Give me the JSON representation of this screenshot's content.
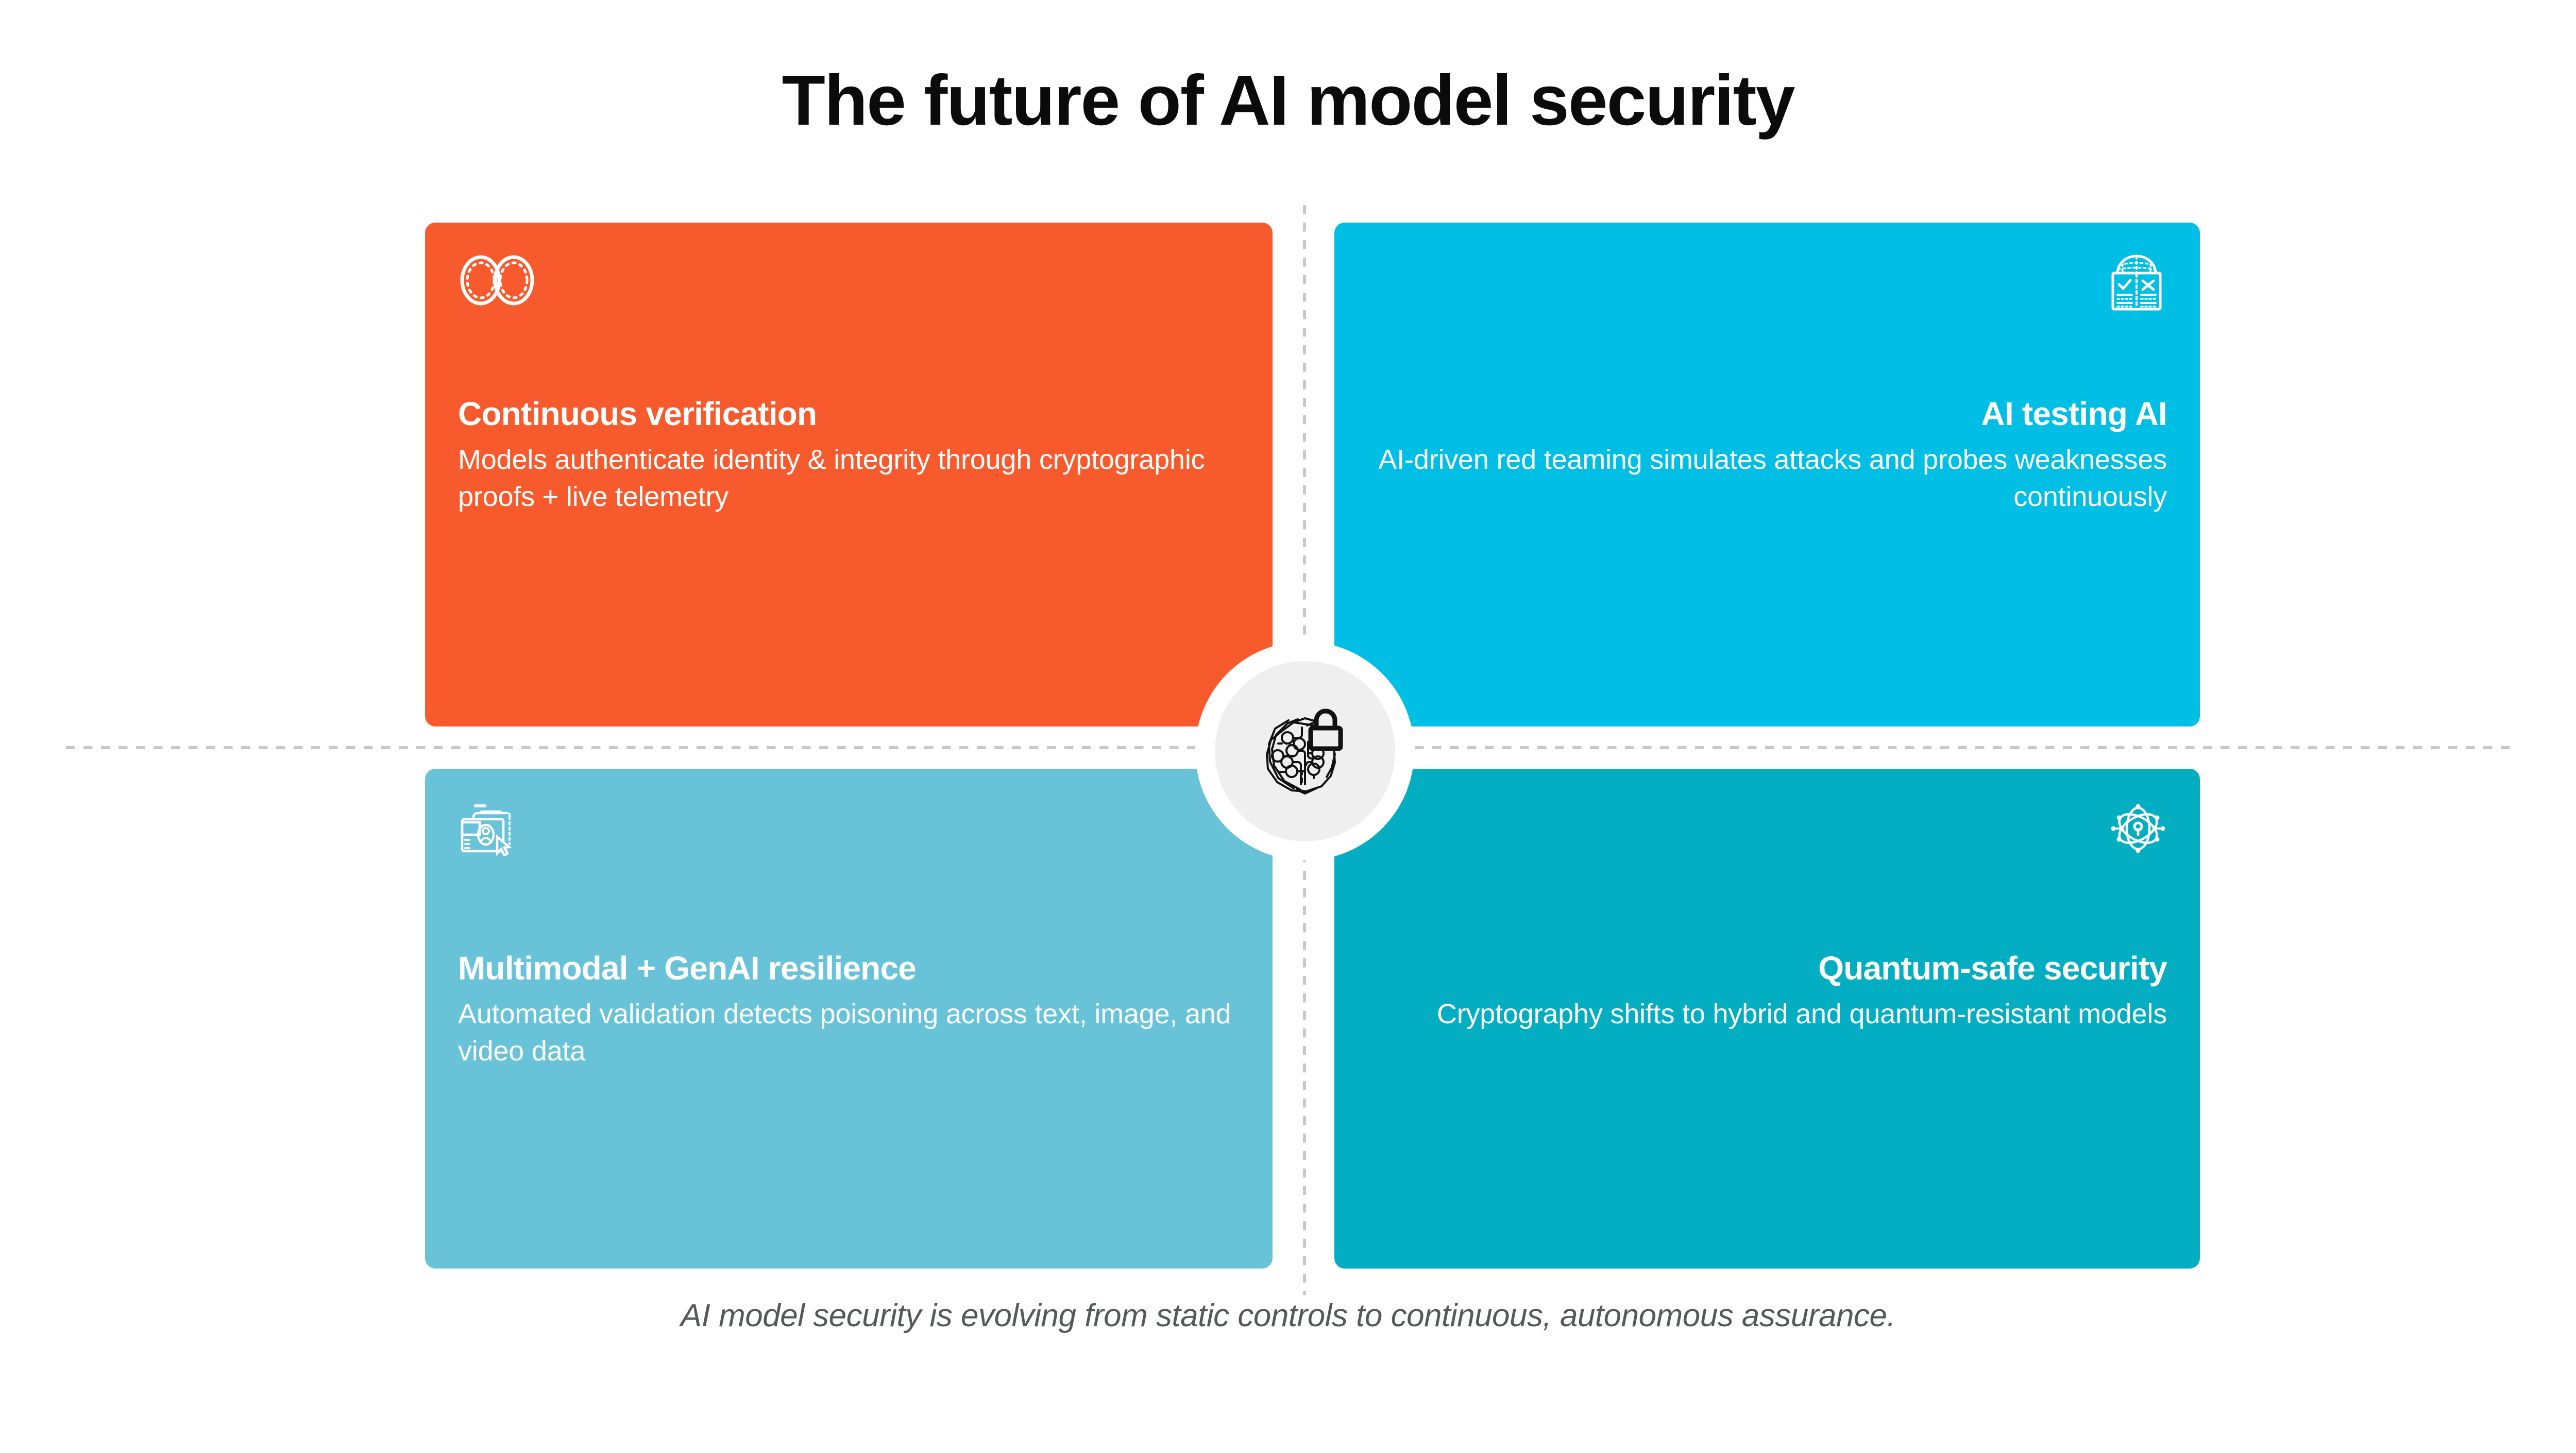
{
  "header": {
    "title": "The future of AI model security"
  },
  "theme": {
    "background": "#ffffff",
    "title_color": "#0b0b0b",
    "caption_color": "#56595b",
    "divider_color": "#c8c8c8",
    "badge_ring_color": "#ffffff",
    "badge_fill_color": "#efefef",
    "badge_icon_color": "#111111"
  },
  "quadrants": [
    {
      "id": "continuous-verification",
      "position": "top-left",
      "icon": "infinity-loop-icon",
      "heading": "Continuous verification",
      "body": "Models authenticate identity & integrity through cryptographic proofs + live telemetry",
      "color": "#F75A2C",
      "text_color": "#ffffff",
      "align": "left"
    },
    {
      "id": "ai-testing-ai",
      "position": "top-right",
      "icon": "test-report-checklist-icon",
      "heading": "AI testing AI",
      "body": "AI-driven red teaming simulates attacks and probes weaknesses continuously",
      "color": "#00BEE4",
      "text_color": "#ffffff",
      "align": "right"
    },
    {
      "id": "multimodal-resilience",
      "position": "bottom-left",
      "icon": "media-validation-cursor-icon",
      "heading": "Multimodal + GenAI resilience",
      "body": "Automated validation detects poisoning across text, image, and video data",
      "color": "#69C3D8",
      "text_color": "#ffffff",
      "align": "left"
    },
    {
      "id": "quantum-safe-security",
      "position": "bottom-right",
      "icon": "atom-keyhole-icon",
      "heading": "Quantum-safe security",
      "body": "Cryptography shifts to hybrid and quantum-resistant models",
      "color": "#03AEC3",
      "text_color": "#ffffff",
      "align": "right"
    }
  ],
  "center_badge": {
    "icon": "ai-circuit-sphere-lock-icon"
  },
  "footer": {
    "caption": "AI model security is evolving from static controls to continuous, autonomous assurance."
  }
}
